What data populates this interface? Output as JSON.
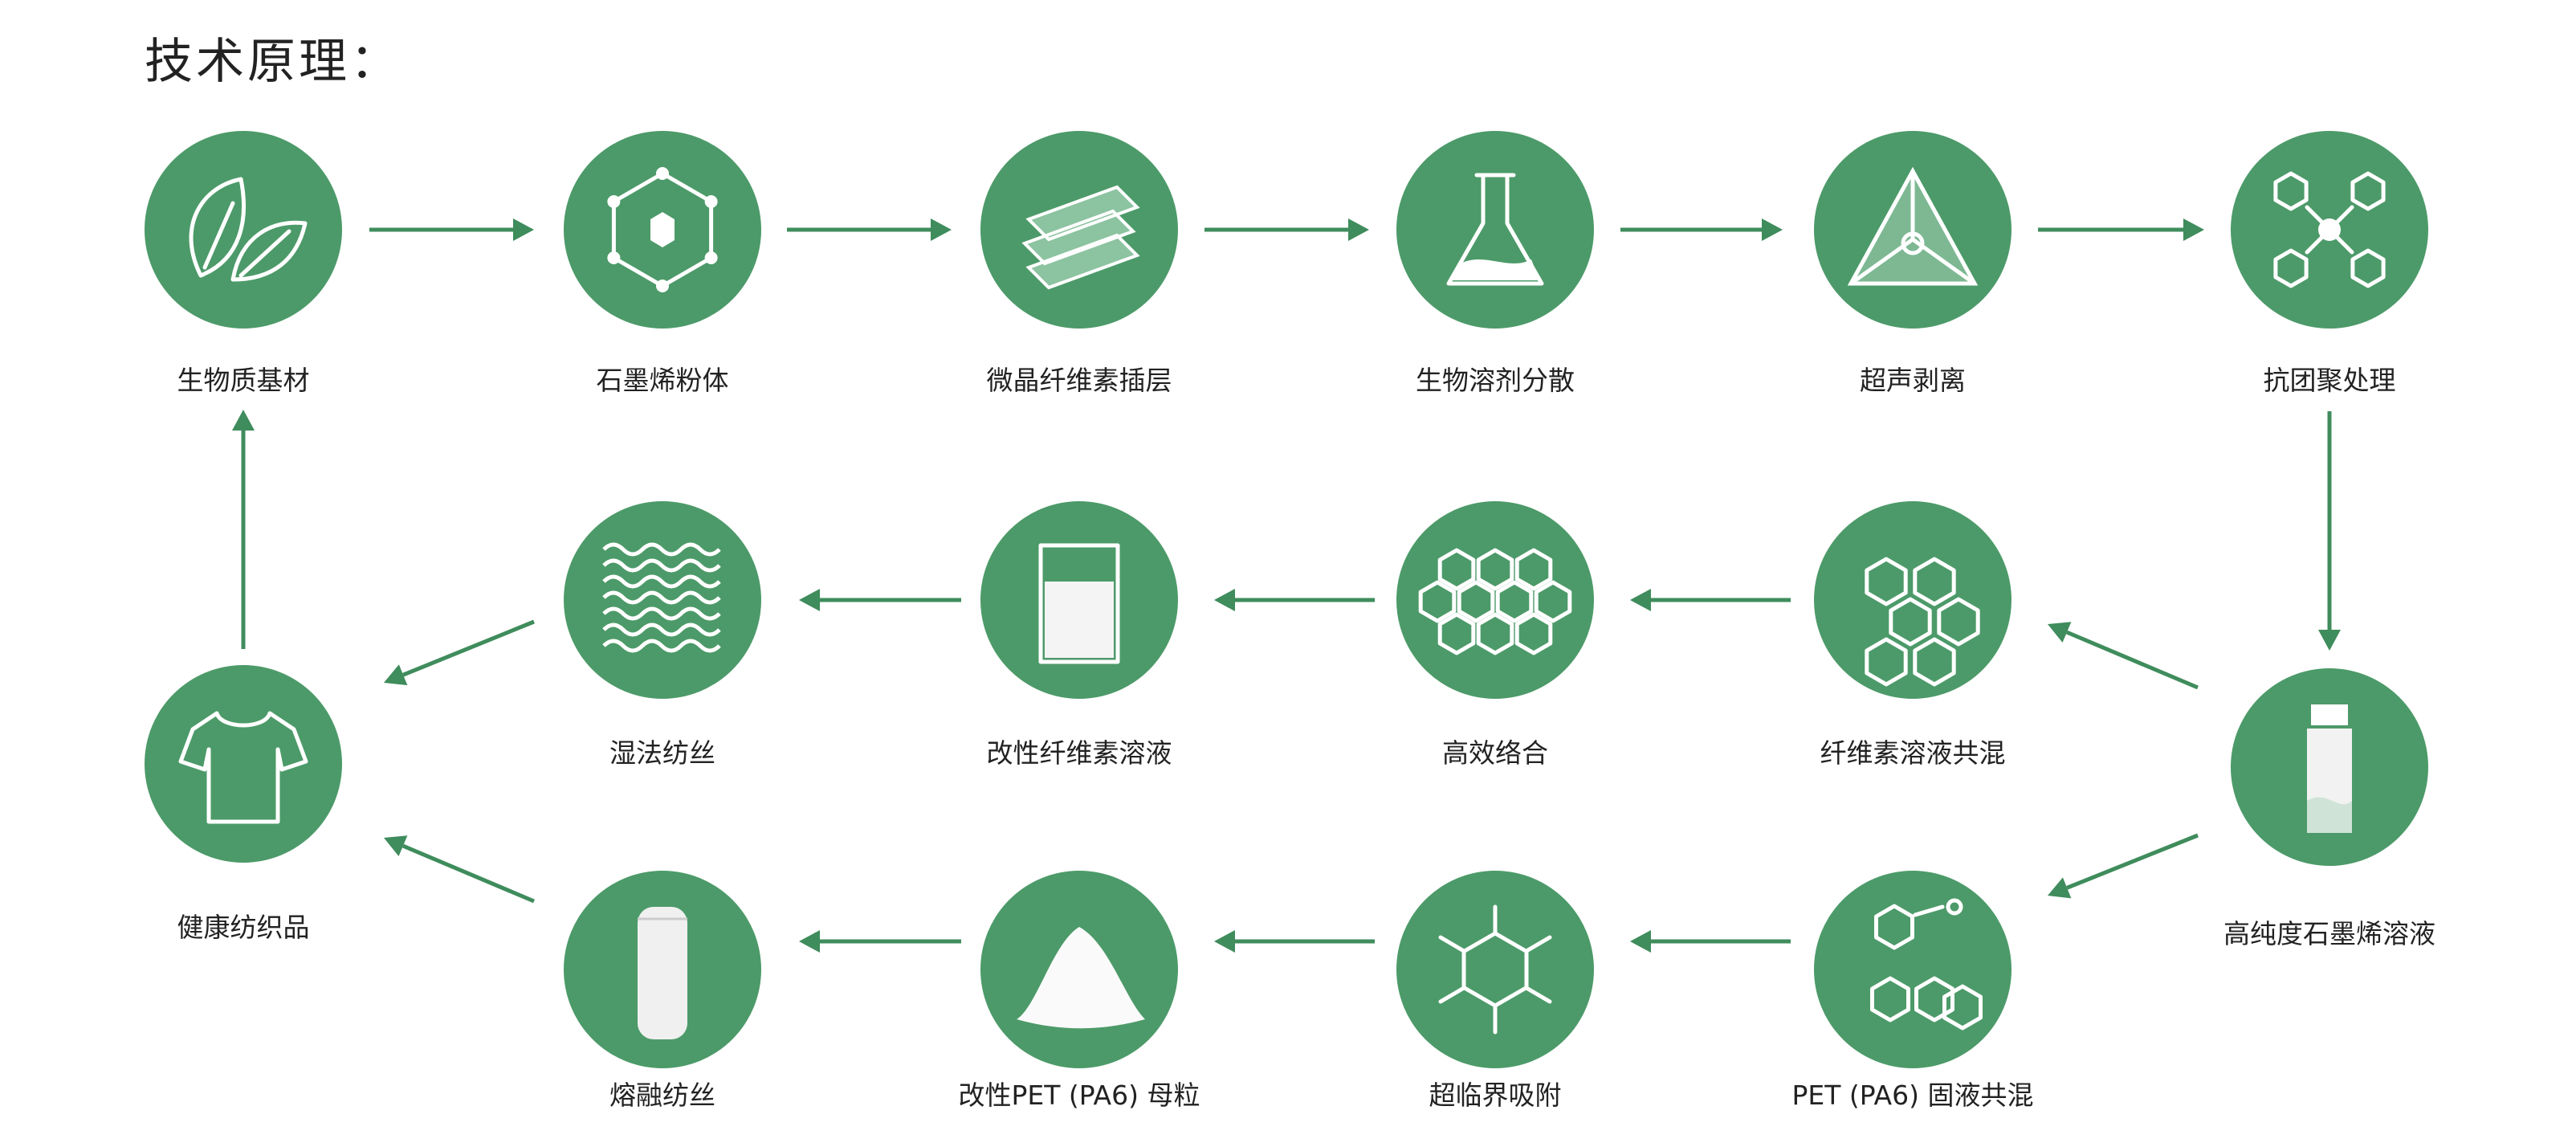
{
  "title": "技术原理：",
  "accent_color": "#4c9a69",
  "nodes": [
    {
      "id": "biomass",
      "label": "生物质基材",
      "icon": "leaf-icon"
    },
    {
      "id": "graphite",
      "label": "石墨烯粉体",
      "icon": "hexagon-icon"
    },
    {
      "id": "mcc",
      "label": "微晶纤维素插层",
      "icon": "layers-icon"
    },
    {
      "id": "solvent",
      "label": "生物溶剂分散",
      "icon": "flask-icon"
    },
    {
      "id": "ultrasonic",
      "label": "超声剥离",
      "icon": "triangle-icon"
    },
    {
      "id": "antiagg",
      "label": "抗团聚处理",
      "icon": "molecule-icon"
    },
    {
      "id": "solution",
      "label": "高纯度石墨烯溶液",
      "icon": "bottle-icon"
    },
    {
      "id": "blend",
      "label": "纤维素溶液共混",
      "icon": "network-icon"
    },
    {
      "id": "composite",
      "label": "高效络合",
      "icon": "honeycomb-icon"
    },
    {
      "id": "modsol",
      "label": "改性纤维素溶液",
      "icon": "beaker-icon"
    },
    {
      "id": "wetspin",
      "label": "湿法纺丝",
      "icon": "fiber-icon"
    },
    {
      "id": "textile",
      "label": "健康纺织品",
      "icon": "tshirt-icon"
    },
    {
      "id": "petblend",
      "label": "PET (PA6) 固液共混",
      "icon": "chemical-structure-icon"
    },
    {
      "id": "supercrit",
      "label": "超临界吸附",
      "icon": "benzene-icon"
    },
    {
      "id": "masterbatch",
      "label": "改性PET (PA6) 母粒",
      "icon": "powder-icon"
    },
    {
      "id": "meltspin",
      "label": "熔融纺丝",
      "icon": "yarn-spool-icon"
    }
  ]
}
